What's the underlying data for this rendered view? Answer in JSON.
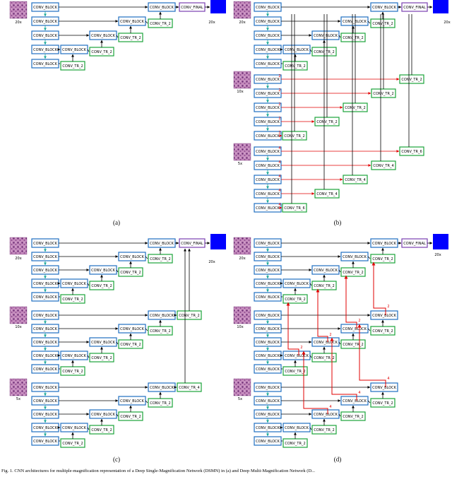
{
  "labels": {
    "conv_block": "CONV_BLOCK",
    "conv_final": "CONV_FINAL",
    "conv_tr_2": "CONV_TR_2",
    "conv_tr_4": "CONV_TR_4",
    "conv_tr_6": "CONV_TR_6",
    "mag_20x": "20x",
    "mag_10x": "10x",
    "mag_5x": "5x",
    "scale_2": "2",
    "scale_4": "4"
  },
  "panels": [
    {
      "id": "a",
      "caption": "(a)"
    },
    {
      "id": "b",
      "caption": "(b)"
    },
    {
      "id": "c",
      "caption": "(c)"
    },
    {
      "id": "d",
      "caption": "(d)"
    }
  ],
  "footer_caption": "Fig. 1. CNN architectures for multiple-magnification representation of a Deep Single-Magnification Network (DSMN) in (a) and Deep Multi-Magnification Network (D...",
  "colors": {
    "conv_block": "#1f6fc0",
    "conv_tr": "#1aa33a",
    "conv_final": "#7a3fb0",
    "output": "#0000ff",
    "skip": "#e00000",
    "arrow": "#000000",
    "down_arrow": "#1aa89a",
    "tissue": "#9c4c8c"
  }
}
